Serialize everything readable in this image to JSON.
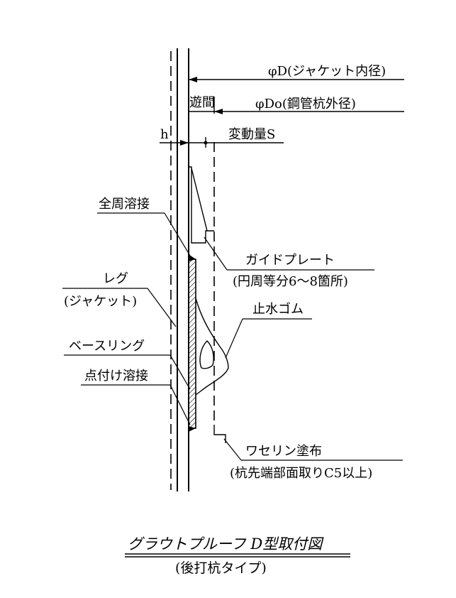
{
  "labels": {
    "phi_d": "φD(ジャケット内径)",
    "yuukan": "遊間",
    "phi_do": "φDo(鋼管杭外径)",
    "h": "h",
    "hendouryou": "変動量S",
    "zenshu_yousetsu": "全周溶接",
    "guide_plate": "ガイドプレート",
    "guide_plate_note": "(円周等分6～8箇所)",
    "leg": "レグ",
    "leg_note": "(ジャケット)",
    "shisui_gomu": "止水ゴム",
    "base_ring": "ベースリング",
    "tentsuke_yousetsu": "点付け溶接",
    "vaseline": "ワセリン塗布",
    "vaseline_note": "(杭先端部面取りC5以上)"
  },
  "title": {
    "main": "グラウトプルーフ  D型取付図",
    "sub": "(後打杭タイプ)"
  }
}
